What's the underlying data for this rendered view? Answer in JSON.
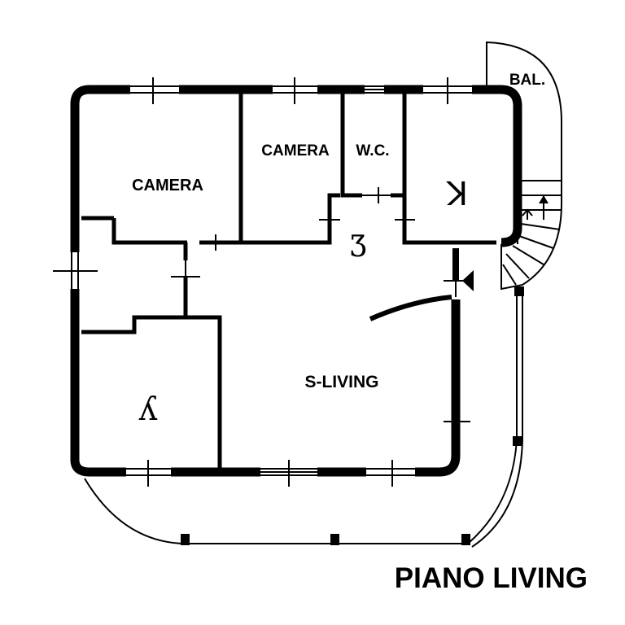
{
  "title": "PIANO LIVING",
  "rooms": {
    "camera_1": "CAMERA",
    "camera_2": "CAMERA",
    "wc": "W.C.",
    "balcony": "BAL.",
    "living": "S-LIVING",
    "kitchen_symbol": "ꓘ",
    "corner_symbol": "Ʒ",
    "bath_symbol": "ʎ"
  },
  "colors": {
    "wall": "#000000",
    "background": "#ffffff"
  }
}
